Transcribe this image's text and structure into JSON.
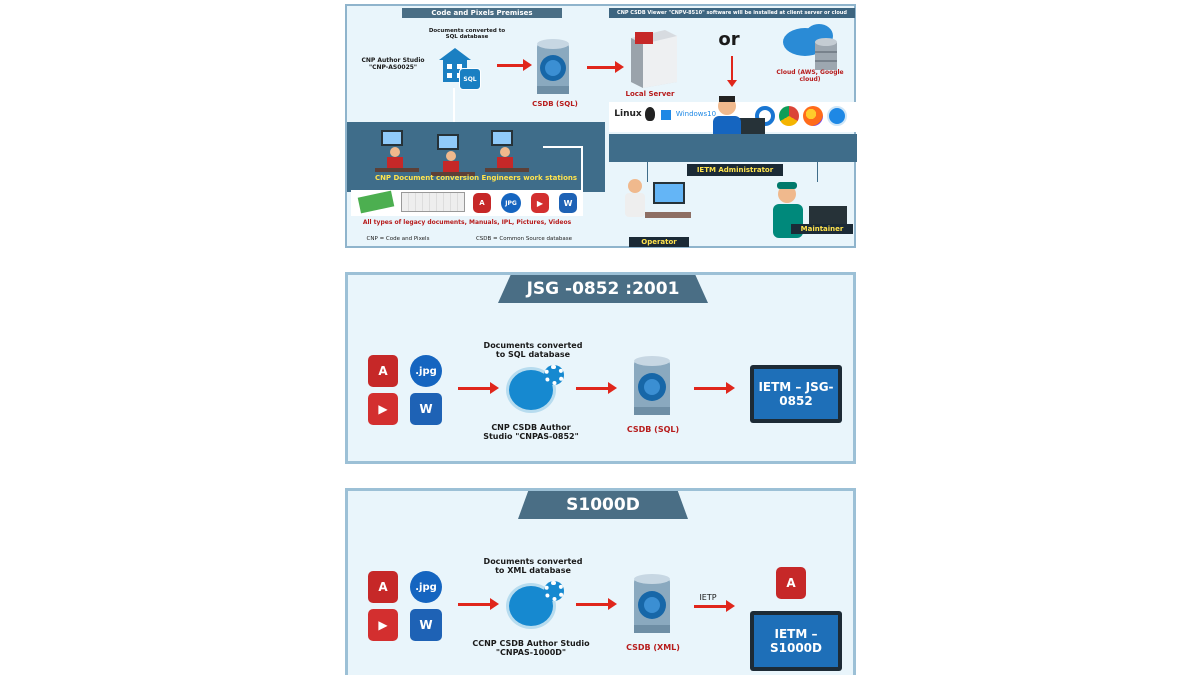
{
  "top": {
    "left_title": "Code and Pixels Premises",
    "right_title": "CNP CSDB Viewer \"CNPV-8510\" software will be installed at client server or cloud",
    "docs_converted": "Documents converted to SQL database",
    "author_studio": "CNP Author Studio \"CNP-AS0025\"",
    "sql_badge": "SQL",
    "csdb_sql": "CSDB (SQL)",
    "local_server": "Local Server",
    "or_text": "or",
    "cloud": "Cloud (AWS, Google cloud)",
    "os_linux": "Linux",
    "os_windows": "Windows10",
    "ietm_admin": "IETM Administrator",
    "workstations": "CNP Document conversion Engineers work stations",
    "legacy_docs": "All types of legacy documents, Manuals, IPL, Pictures, Videos",
    "legend_cnp": "CNP = Code and Pixels",
    "legend_csdb": "CSDB = Common Source database",
    "operator": "Operator",
    "maintainer": "Maintainer",
    "jpg_label": "JPG"
  },
  "mid": {
    "tab": "JSG -0852 :2001",
    "docs_converted": "Documents converted to SQL database",
    "author_studio": "CNP CSDB Author Studio \"CNPAS-0852\"",
    "csdb": "CSDB (SQL)",
    "ietm": "IETM – JSG-0852",
    "jpg_label": ".jpg"
  },
  "bot": {
    "tab": "S1000D",
    "docs_converted": "Documents converted to XML database",
    "author_studio": "CCNP CSDB Author Studio \"CNPAS-1000D\"",
    "csdb": "CSDB (XML)",
    "ietp": "IETP",
    "ietm": "IETM – S1000D",
    "jpg_label": ".jpg"
  },
  "colors": {
    "panel_bg": "#e9f5fb",
    "tab": "#4a6e85",
    "arrow": "#e0261b",
    "screen": "#1e6fb8",
    "gear": "#1689d0"
  }
}
